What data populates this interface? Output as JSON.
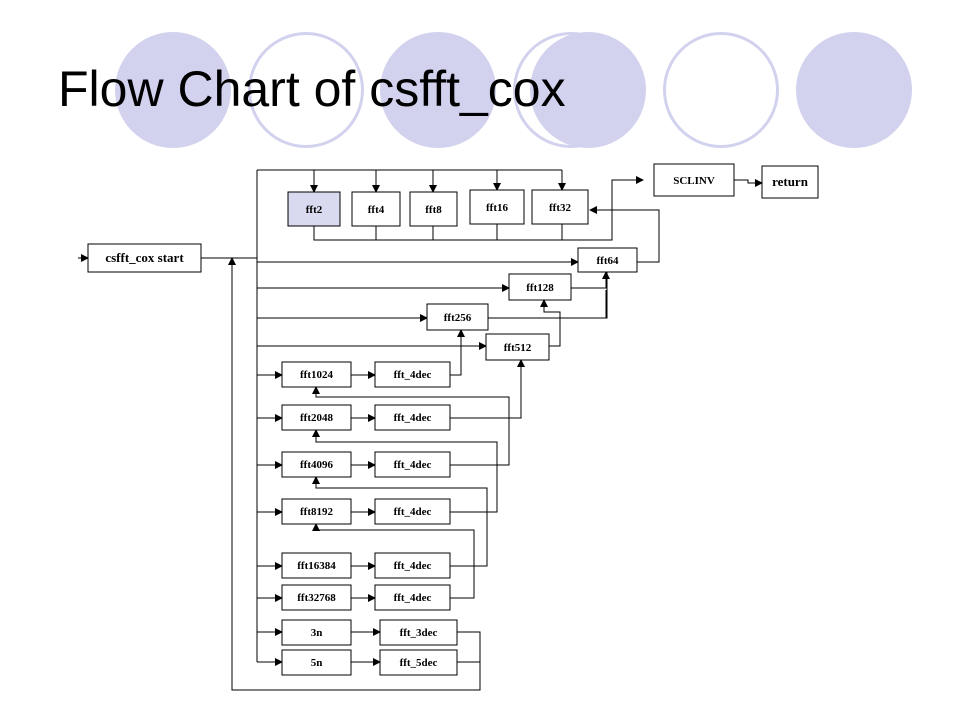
{
  "slide": {
    "title": "Flow Chart of csfft_cox"
  },
  "theme": {
    "circle_color": "#d2d2ee",
    "highlight_fill": "#d9d9ef"
  },
  "nodes": {
    "start": "csfft_cox start",
    "sclinv": "SCLINV",
    "ret": "return",
    "fft2": "fft2",
    "fft4": "fft4",
    "fft8": "fft8",
    "fft16": "fft16",
    "fft32": "fft32",
    "fft64": "fft64",
    "fft128": "fft128",
    "fft256": "fft256",
    "fft512": "fft512",
    "fft1024": "fft1024",
    "fft2048": "fft2048",
    "fft4096": "fft4096",
    "fft8192": "fft8192",
    "fft16384": "fft16384",
    "fft32768": "fft32768",
    "n3": "3n",
    "n5": "5n",
    "dec4": "fft_4dec",
    "dec3": "fft_3dec",
    "dec5": "fft_5dec"
  }
}
